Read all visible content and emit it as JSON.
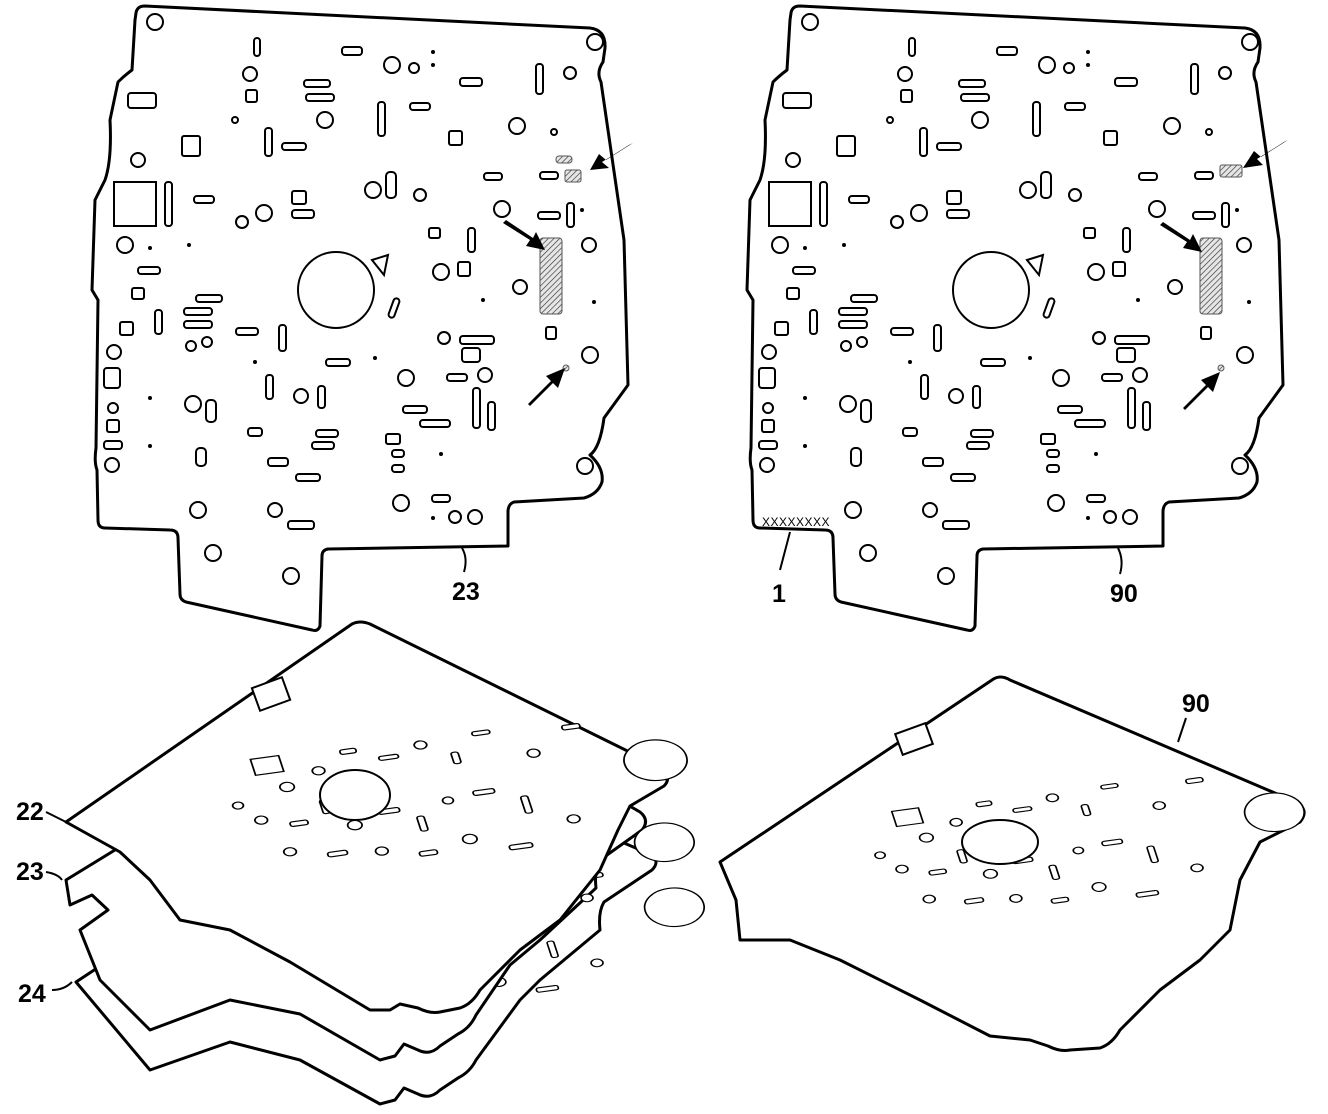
{
  "callouts": {
    "top_left_plate": "23",
    "top_right_plate": "90",
    "top_right_code_leader": "1",
    "stack_top": "22",
    "stack_middle": "23",
    "stack_bottom": "24",
    "bottom_right_plate": "90"
  },
  "part_code_text": "XXXXXXXX"
}
